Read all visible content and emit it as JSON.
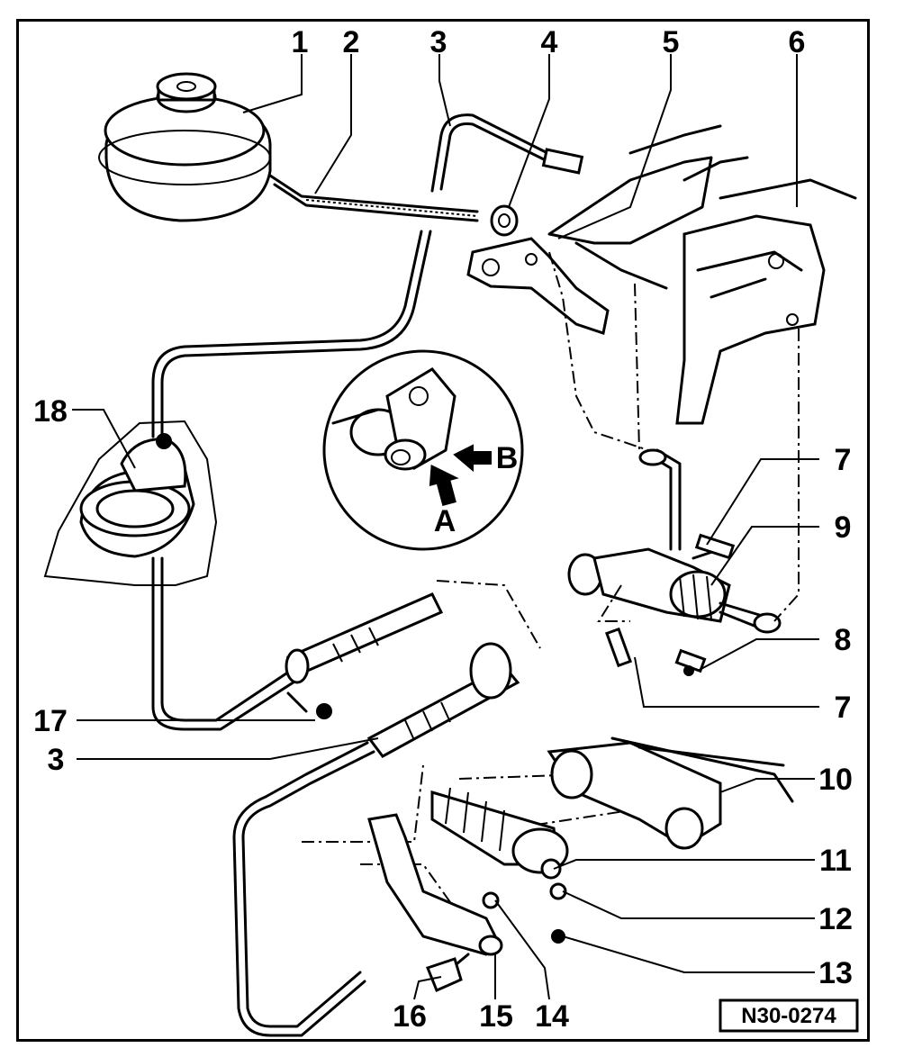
{
  "diagram": {
    "callouts": {
      "c1": "1",
      "c2": "2",
      "c3_top": "3",
      "c4": "4",
      "c5": "5",
      "c6": "6",
      "c7_upper": "7",
      "c9": "9",
      "c8": "8",
      "c7_lower": "7",
      "c10": "10",
      "c11": "11",
      "c12": "12",
      "c13": "13",
      "c14": "14",
      "c15": "15",
      "c16": "16",
      "c17": "17",
      "c3_left": "3",
      "c18": "18"
    },
    "detail_labels": {
      "a": "A",
      "b": "B"
    },
    "reference_code": "N30-0274"
  }
}
